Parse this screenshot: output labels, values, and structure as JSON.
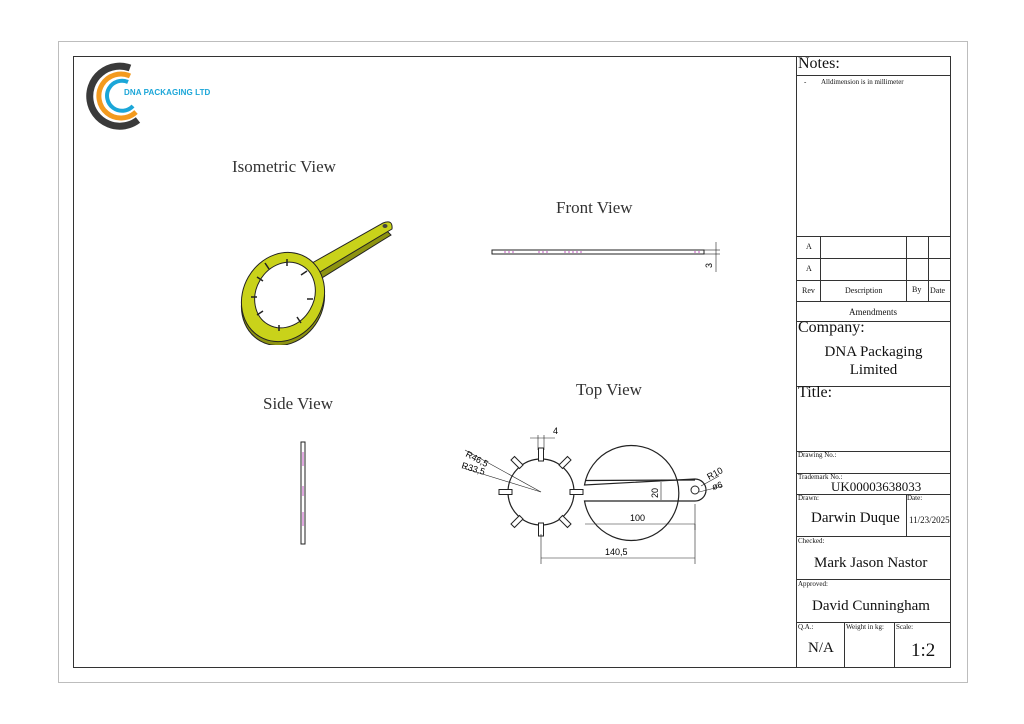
{
  "company_logo": {
    "text": "DNA PACKAGING LTD"
  },
  "views": {
    "isometric": "Isometric View",
    "front": "Front View",
    "side": "Side View",
    "top": "Top View"
  },
  "dimensions": {
    "front_thickness": "3",
    "slot_width": "4",
    "outer_radius": "R46,5",
    "inner_radius": "R33,5",
    "handle_width": "20",
    "tip_radius": "R10",
    "hole_diameter": "ø6",
    "handle_length": "100",
    "overall_length": "140,5"
  },
  "notes": {
    "heading": "Notes:",
    "bullet": "-",
    "item": "Alldimension is in millimeter"
  },
  "amendments": {
    "rows": [
      "A",
      "A"
    ],
    "rev_label": "Rev",
    "description_label": "Description",
    "by_label": "By",
    "date_label": "Date",
    "title": "Amendments"
  },
  "company": {
    "label": "Company:",
    "line1": "DNA Packaging",
    "line2": "Limited"
  },
  "title_block": {
    "title_label": "Title:",
    "drawing_no_label": "Drawing No.:",
    "trademark_label": "Trademark No.:",
    "trademark_value": "UK00003638033",
    "drawn_label": "Drawn:",
    "drawn_value": "Darwin Duque",
    "date_label": "Date:",
    "date_value": "11/23/2025",
    "checked_label": "Checked:",
    "checked_value": "Mark Jason Nastor",
    "approved_label": "Approved:",
    "approved_value": "David Cunningham",
    "qa_label": "Q.A.:",
    "qa_value": "N/A",
    "weight_label": "Weight in kg:",
    "scale_label": "Scale:",
    "scale_value": "1:2"
  },
  "colors": {
    "part_fill": "#c9d21a",
    "logo_blue": "#1ba6d8",
    "logo_orange": "#f39a1e",
    "logo_dark": "#3a3a3a"
  }
}
